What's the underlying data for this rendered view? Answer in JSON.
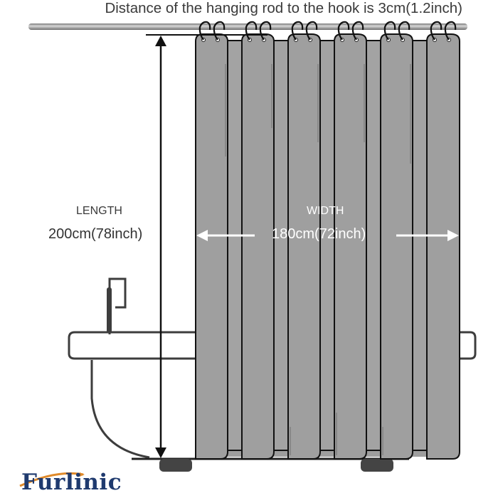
{
  "header": {
    "title": "Distance of the hanging rod to the hook is 3cm(1.2inch)"
  },
  "dimensions": {
    "length": {
      "label": "LENGTH",
      "value": "200cm(78inch)"
    },
    "width": {
      "label": "WIDTH",
      "value": "180cm(72inch)"
    }
  },
  "brand": {
    "name": "Furlinic",
    "primary_color": "#1f3a6e",
    "accent_color": "#e08a2a"
  },
  "colors": {
    "curtain": "#9e9e9e",
    "outline": "#111111",
    "tub": "#3d3d3d",
    "rod": "#8f8f8f"
  }
}
